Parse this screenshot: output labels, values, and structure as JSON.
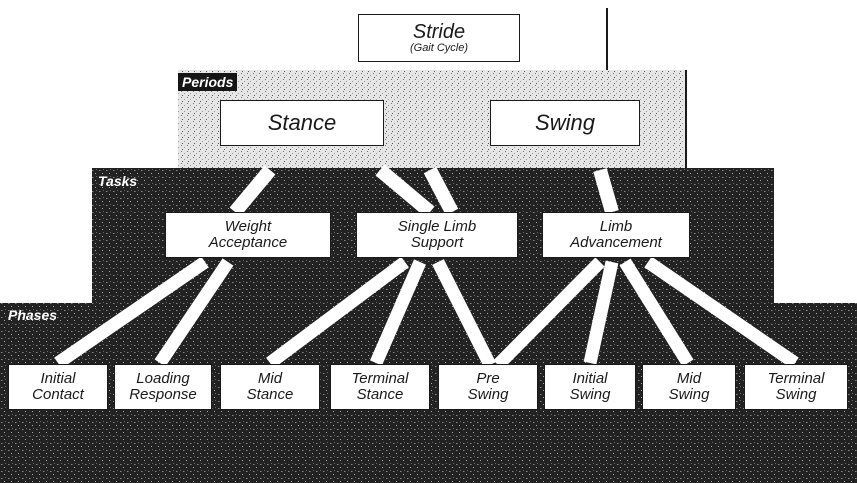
{
  "stride": {
    "title": "Stride",
    "subtitle": "(Gait Cycle)"
  },
  "bands": {
    "periods": "Periods",
    "tasks": "Tasks",
    "phases": "Phases"
  },
  "periods": [
    {
      "label": "Stance"
    },
    {
      "label": "Swing"
    }
  ],
  "tasks": [
    {
      "line1": "Weight",
      "line2": "Acceptance"
    },
    {
      "line1": "Single Limb",
      "line2": "Support"
    },
    {
      "line1": "Limb",
      "line2": "Advancement"
    }
  ],
  "phases": [
    {
      "line1": "Initial",
      "line2": "Contact"
    },
    {
      "line1": "Loading",
      "line2": "Response"
    },
    {
      "line1": "Mid",
      "line2": "Stance"
    },
    {
      "line1": "Terminal",
      "line2": "Stance"
    },
    {
      "line1": "Pre",
      "line2": "Swing"
    },
    {
      "line1": "Initial",
      "line2": "Swing"
    },
    {
      "line1": "Mid",
      "line2": "Swing"
    },
    {
      "line1": "Terminal",
      "line2": "Swing"
    }
  ],
  "colors": {
    "band_dark": "#1e1e1e",
    "band_mid": "#2a2a2a",
    "periods_band": "#d9d9d9",
    "connector": "#ffffff",
    "border": "#1a1a1a"
  }
}
